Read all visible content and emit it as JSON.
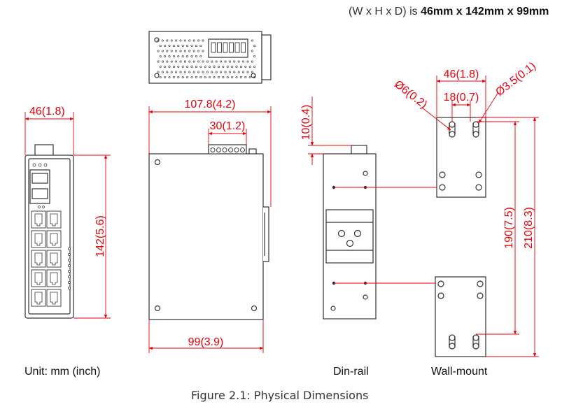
{
  "header": {
    "prefix": "(W x H x D) is ",
    "dimensions": "46mm x 142mm x 99mm"
  },
  "dimensions": {
    "front_width": "46(1.8)",
    "front_height": "142(5.6)",
    "side_depth_top": "107.8(4.2)",
    "terminal_width": "30(1.2)",
    "side_depth_bottom": "99(3.9)",
    "din_offset": "10(0.4)",
    "wall_width": "46(1.8)",
    "hole_spacing": "18(0.7)",
    "hole_large": "Ø6(0.2)",
    "hole_small": "Ø3.5(0.1)",
    "wall_hole_pitch": "190(7.5)",
    "wall_total_height": "210(8.3)"
  },
  "labels": {
    "unit": "Unit: mm (inch)",
    "din_rail": "Din-rail",
    "wall_mount": "Wall-mount"
  },
  "caption": "Figure 2.1: Physical Dimensions",
  "colors": {
    "dimension": "#e8000b",
    "outline": "#333333",
    "panel_fill": "#ffffff",
    "bracket_fill": "#dcdcdc"
  }
}
